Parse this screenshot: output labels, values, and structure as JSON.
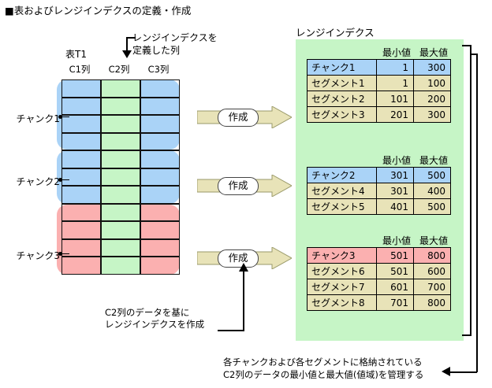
{
  "title": "■表およびレンジインデクスの定義・作成",
  "left": {
    "table_label": "表T1",
    "column_headers": [
      "C1列",
      "C2列",
      "C3列"
    ],
    "chunk_labels": [
      "チャンク1",
      "チャンク2",
      "チャンク3"
    ],
    "chunk_row_counts": [
      4,
      3,
      4
    ],
    "annotation_top": "レンジインデクスを\n定義した列",
    "annotation_top_line1": "レンジインデクスを",
    "annotation_top_line2": "定義した列",
    "note_line1": "C2列のデータを基に",
    "note_line2": "レンジインデクスを作成",
    "colors": {
      "chunk_blue": "#aad3f7",
      "chunk_pink": "#fbb0b0",
      "indexed_column_green": "#c6f5c6"
    }
  },
  "arrows": {
    "create_label": "作成",
    "count": 3,
    "color": "#e8e3b8"
  },
  "right": {
    "panel_title": "レンジインデクス",
    "panel_color": "#c6f5c6",
    "header_min": "最小値",
    "header_max": "最大値",
    "groups": [
      {
        "chunk": {
          "name": "チャンク1",
          "min": "1",
          "max": "300",
          "style": "blue"
        },
        "segments": [
          {
            "name": "セグメント1",
            "min": "1",
            "max": "100"
          },
          {
            "name": "セグメント2",
            "min": "101",
            "max": "200"
          },
          {
            "name": "セグメント3",
            "min": "201",
            "max": "300"
          }
        ]
      },
      {
        "chunk": {
          "name": "チャンク2",
          "min": "301",
          "max": "500",
          "style": "blue"
        },
        "segments": [
          {
            "name": "セグメント4",
            "min": "301",
            "max": "400"
          },
          {
            "name": "セグメント5",
            "min": "401",
            "max": "500"
          }
        ]
      },
      {
        "chunk": {
          "name": "チャンク3",
          "min": "501",
          "max": "800",
          "style": "pink"
        },
        "segments": [
          {
            "name": "セグメント6",
            "min": "501",
            "max": "600"
          },
          {
            "name": "セグメント7",
            "min": "601",
            "max": "700"
          },
          {
            "name": "セグメント8",
            "min": "701",
            "max": "800"
          }
        ]
      }
    ]
  },
  "bottom_note": {
    "line1": "各チャンクおよび各セグメントに格納されている",
    "line2": "C2列のデータの最小値と最大値(値域)を管理する"
  }
}
